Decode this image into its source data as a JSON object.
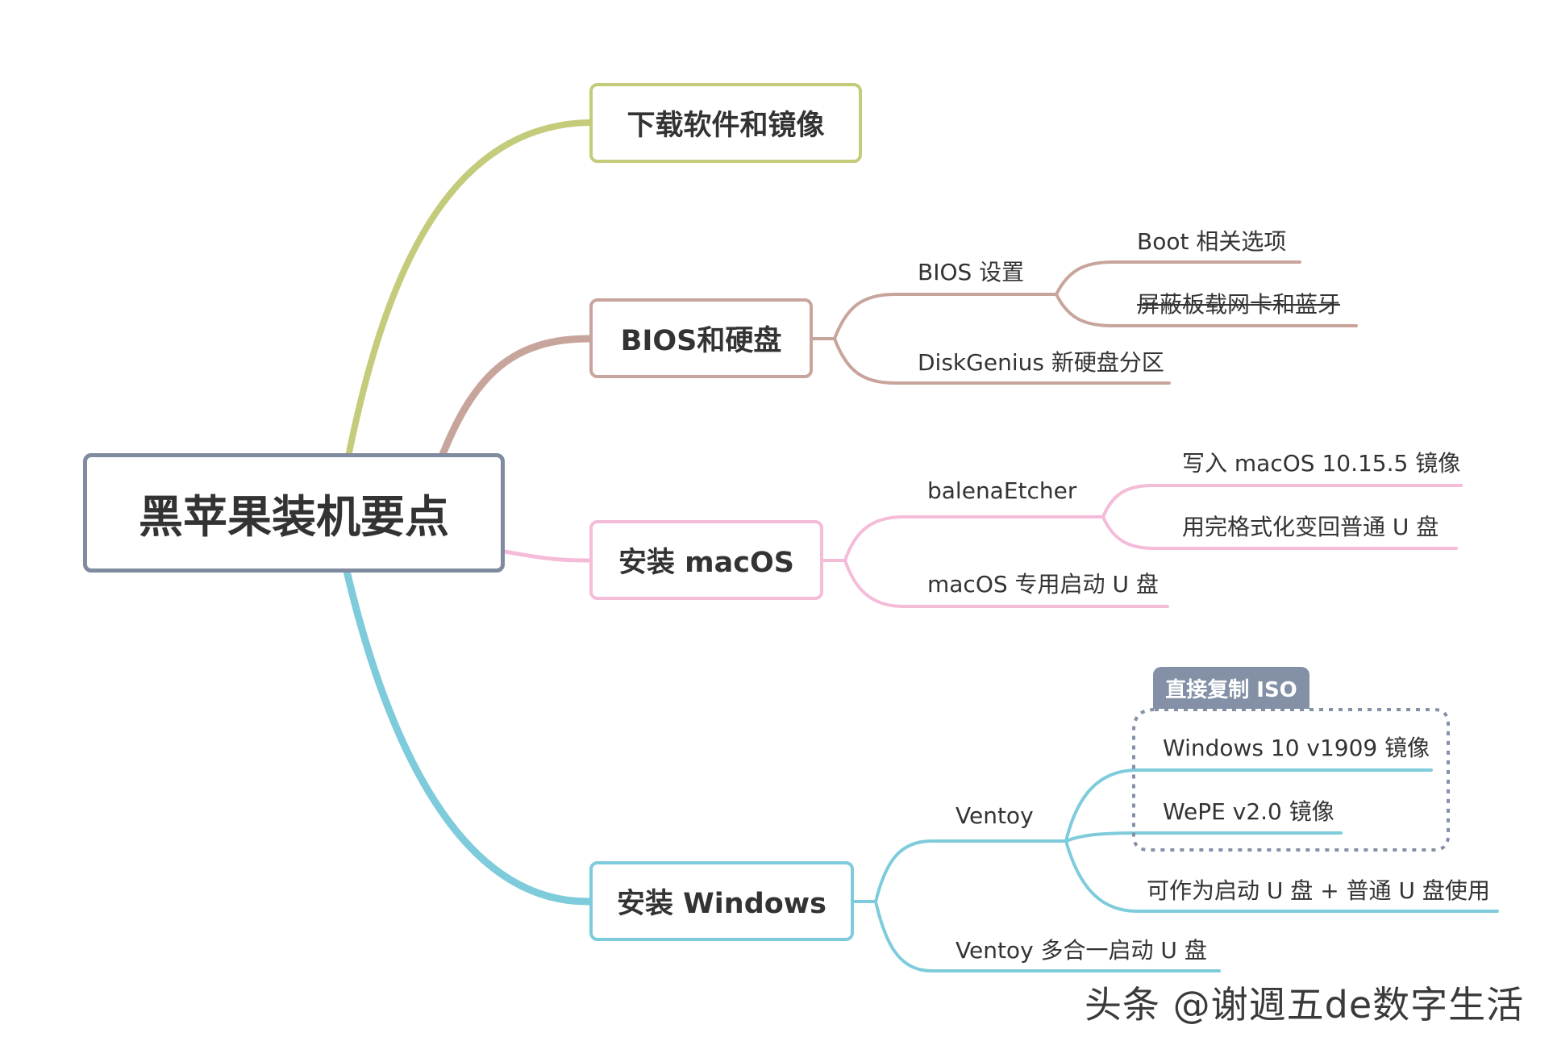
{
  "root": {
    "label": "黑苹果装机要点"
  },
  "branches": {
    "download": {
      "label": "下载软件和镜像"
    },
    "bios": {
      "label": "BIOS和硬盘",
      "sub1": {
        "label": "BIOS 设置",
        "leaf1": "Boot 相关选项",
        "leaf2": "屏蔽板载网卡和蓝牙"
      },
      "sub2": {
        "label": "DiskGenius 新硬盘分区"
      }
    },
    "macos": {
      "label": "安装 macOS",
      "sub1": {
        "label": "balenaEtcher",
        "leaf1": "写入 macOS 10.15.5 镜像",
        "leaf2": "用完格式化变回普通 U 盘"
      },
      "sub2": {
        "label": "macOS 专用启动 U 盘"
      }
    },
    "windows": {
      "label": "安装 Windows",
      "sub1": {
        "label": "Ventoy",
        "boundary_label": "直接复制 ISO",
        "leaf1": "Windows 10 v1909 镜像",
        "leaf2": "WePE v2.0 镜像",
        "leaf3": "可作为启动 U 盘 + 普通 U 盘使用"
      },
      "sub2": {
        "label": "Ventoy 多合一启动 U 盘"
      }
    }
  },
  "watermark": "头条 @谢週五de数字生活",
  "colors": {
    "root_border": "#808ba0",
    "download": "#c4cb7b",
    "bios": "#c8a59c",
    "macos": "#f5bcd9",
    "windows": "#7ecbdc",
    "boundary": "#8390a6"
  }
}
